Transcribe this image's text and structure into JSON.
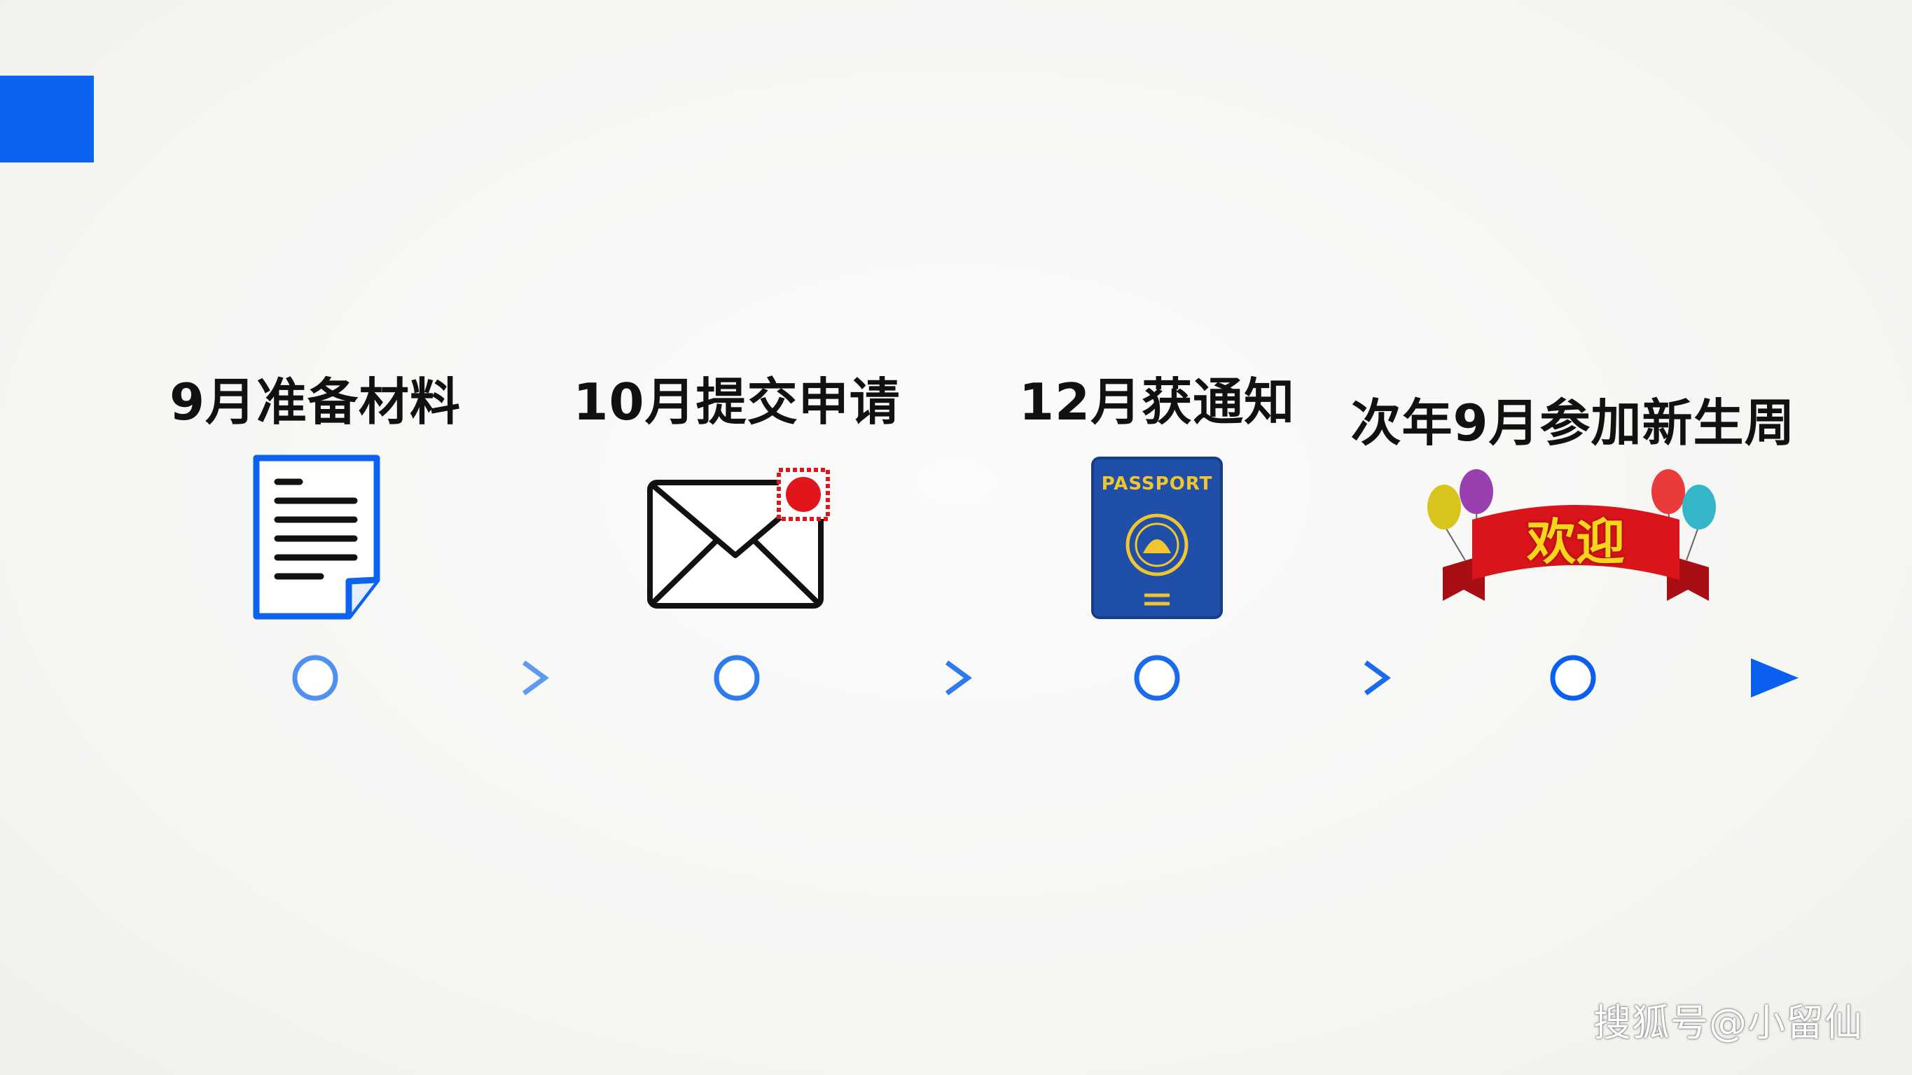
{
  "steps": [
    {
      "label": "9月准备材料",
      "icon": "document-icon"
    },
    {
      "label": "10月提交申请",
      "icon": "envelope-icon"
    },
    {
      "label": "12月获通知",
      "icon": "passport-icon"
    },
    {
      "label": "次年9月参加新生周",
      "icon": "welcome-banner-icon"
    }
  ],
  "passport_text": "PASSPORT",
  "welcome_text": "欢迎",
  "watermark": "搜狐号@小留仙",
  "colors": {
    "accent": "#0b63f0",
    "timeline_light": "#6aa3f2",
    "passport": "#1f4fa8",
    "ribbon": "#d9141a",
    "welcome_text": "#f7d51b"
  }
}
